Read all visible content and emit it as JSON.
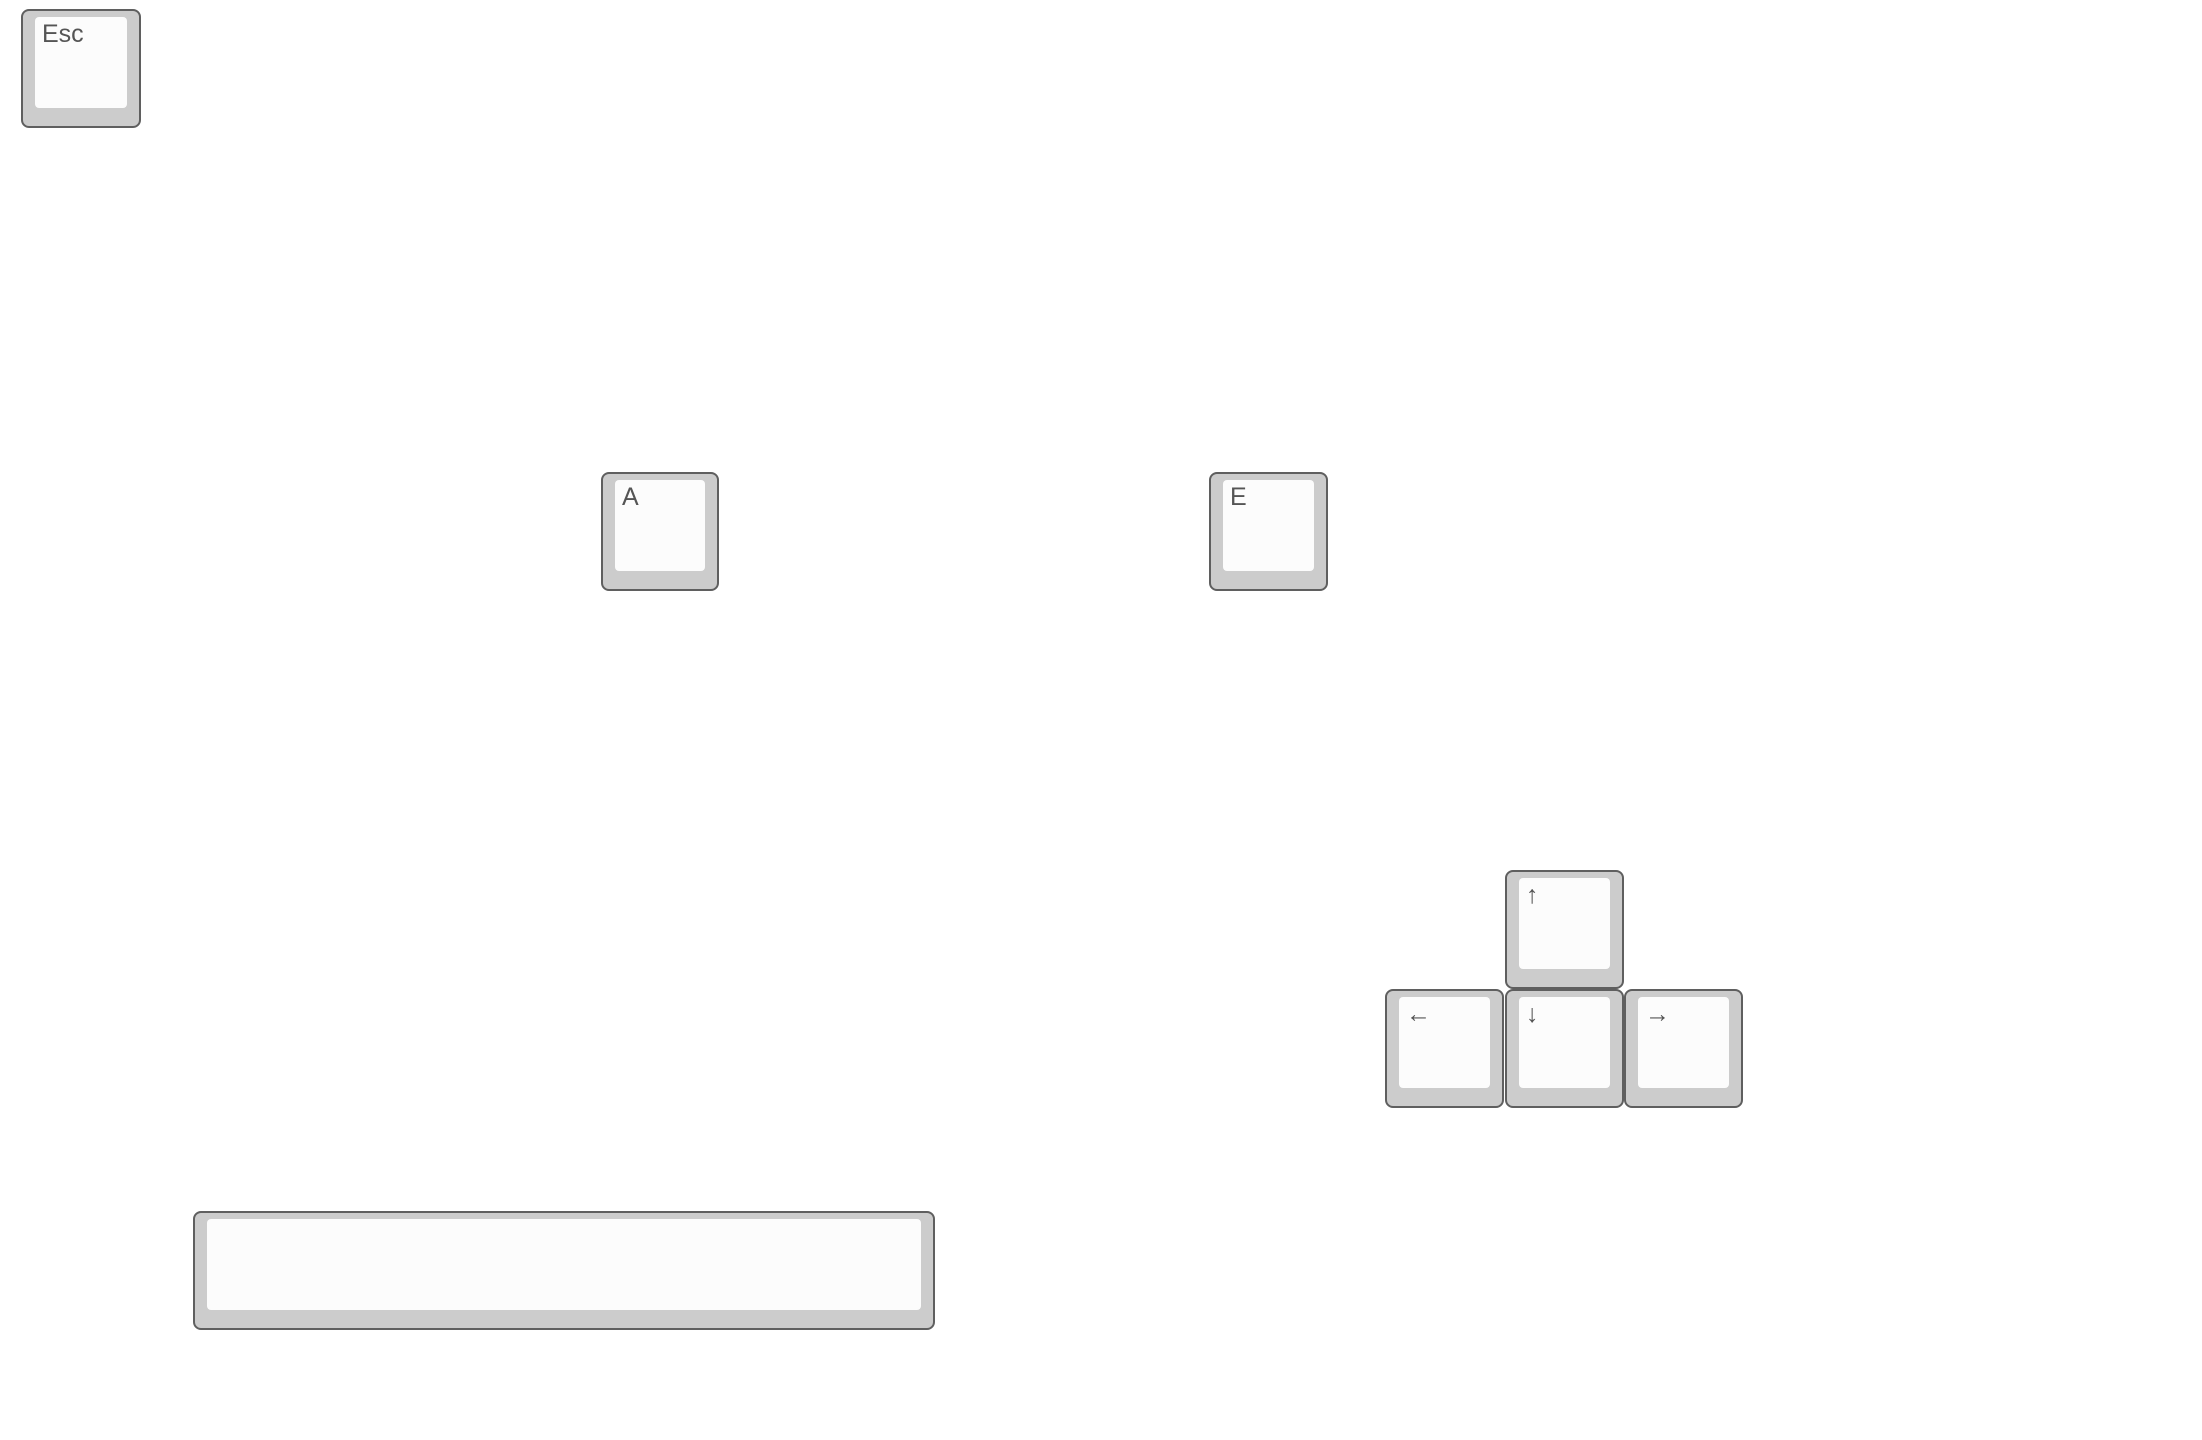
{
  "keys": {
    "esc": {
      "label": "Esc"
    },
    "a": {
      "label": "A"
    },
    "e": {
      "label": "E"
    },
    "up": {
      "label": "↑"
    },
    "left": {
      "label": "←"
    },
    "down": {
      "label": "↓"
    },
    "right": {
      "label": "→"
    },
    "space": {
      "label": ""
    }
  },
  "colors": {
    "key_base": "#cccccc",
    "key_cap": "#fcfcfc",
    "key_border": "#5f5f5f",
    "legend_text": "#555555",
    "background": "#ffffff"
  }
}
